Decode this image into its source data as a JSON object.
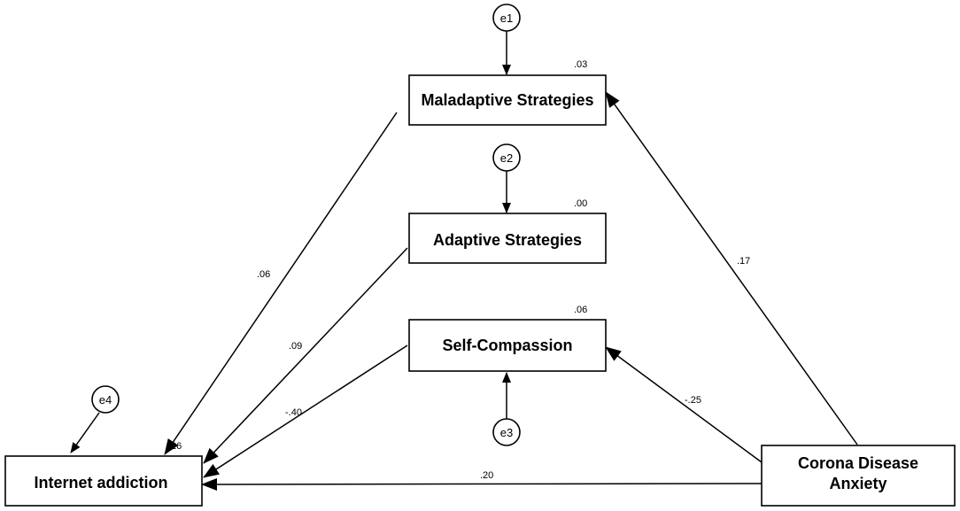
{
  "nodes": {
    "maladaptive": {
      "label": "Maladaptive Strategies",
      "r2": ".03"
    },
    "adaptive": {
      "label": "Adaptive Strategies",
      "r2": ".00"
    },
    "self_compassion": {
      "label": "Self-Compassion",
      "r2": ".06"
    },
    "internet": {
      "label": "Internet addiction",
      "r2": ".26"
    },
    "corona": {
      "label_line1": "Corona Disease",
      "label_line2": "Anxiety"
    }
  },
  "errors": {
    "e1": "e1",
    "e2": "e2",
    "e3": "e3",
    "e4": "e4"
  },
  "paths": {
    "maladaptive_to_internet": ".06",
    "adaptive_to_internet": ".09",
    "self_compassion_to_internet": "-.40",
    "corona_to_internet": ".20",
    "corona_to_maladaptive": ".17",
    "corona_to_self_compassion": "-.25"
  },
  "colors": {
    "stroke": "#000000",
    "background": "#ffffff"
  }
}
